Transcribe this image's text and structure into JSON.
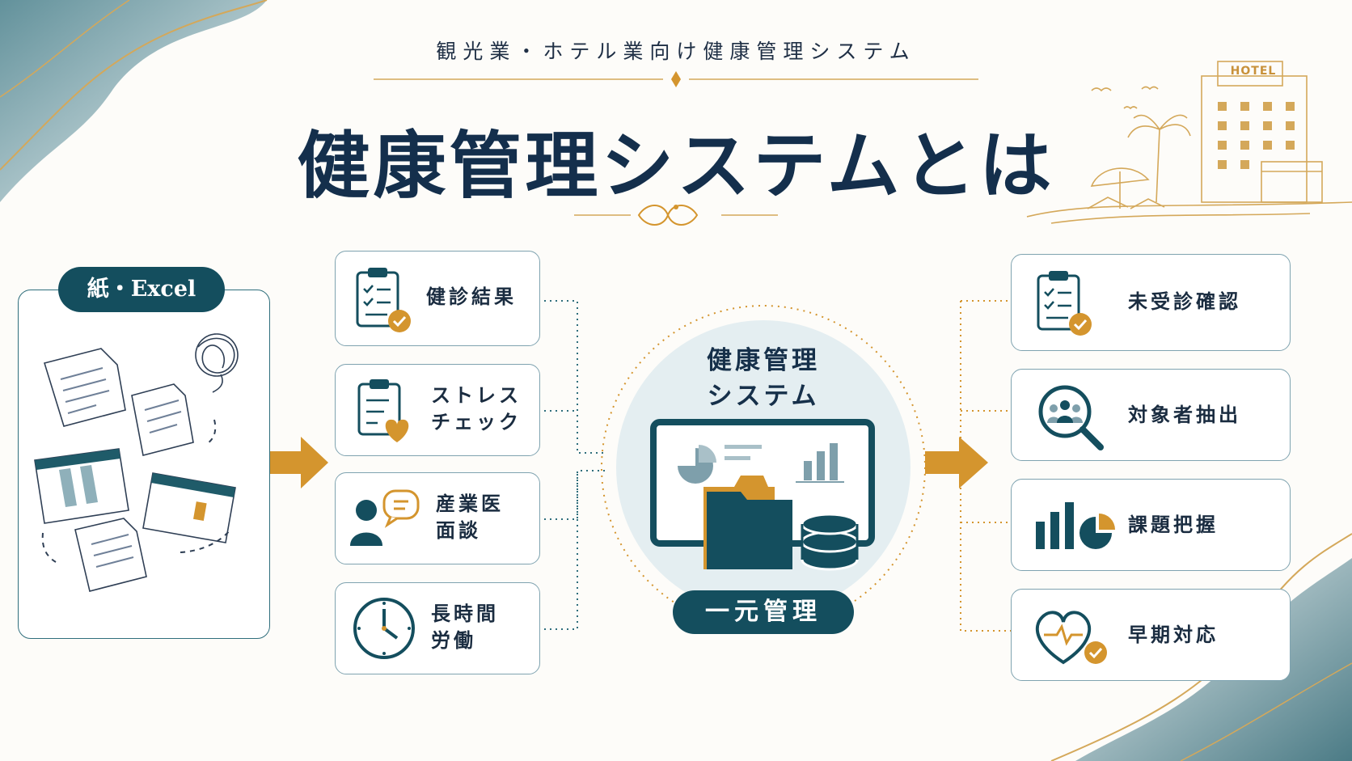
{
  "header": {
    "subtitle": "観光業・ホテル業向け健康管理システム",
    "title": "健康管理システムとは"
  },
  "illustration": {
    "hotel_sign": "HOTEL"
  },
  "source_panel": {
    "label": "紙・Excel"
  },
  "inputs": [
    {
      "icon": "clipboard-check-icon",
      "label": "健診結果"
    },
    {
      "icon": "clipboard-heart-icon",
      "label": "ストレス\nチェック"
    },
    {
      "icon": "doctor-chat-icon",
      "label": "産業医\n面談"
    },
    {
      "icon": "clock-icon",
      "label": "長時間\n労働"
    }
  ],
  "center": {
    "label": "健康管理\nシステム",
    "badge": "一元管理"
  },
  "outputs": [
    {
      "icon": "clipboard-check-icon",
      "label": "未受診確認"
    },
    {
      "icon": "magnifier-people-icon",
      "label": "対象者抽出"
    },
    {
      "icon": "bar-pie-chart-icon",
      "label": "課題把握"
    },
    {
      "icon": "heart-pulse-check-icon",
      "label": "早期対応"
    }
  ],
  "colors": {
    "teal": "#144e5e",
    "navy": "#142f4c",
    "gold": "#d4952e",
    "border": "#7fa3b0"
  }
}
